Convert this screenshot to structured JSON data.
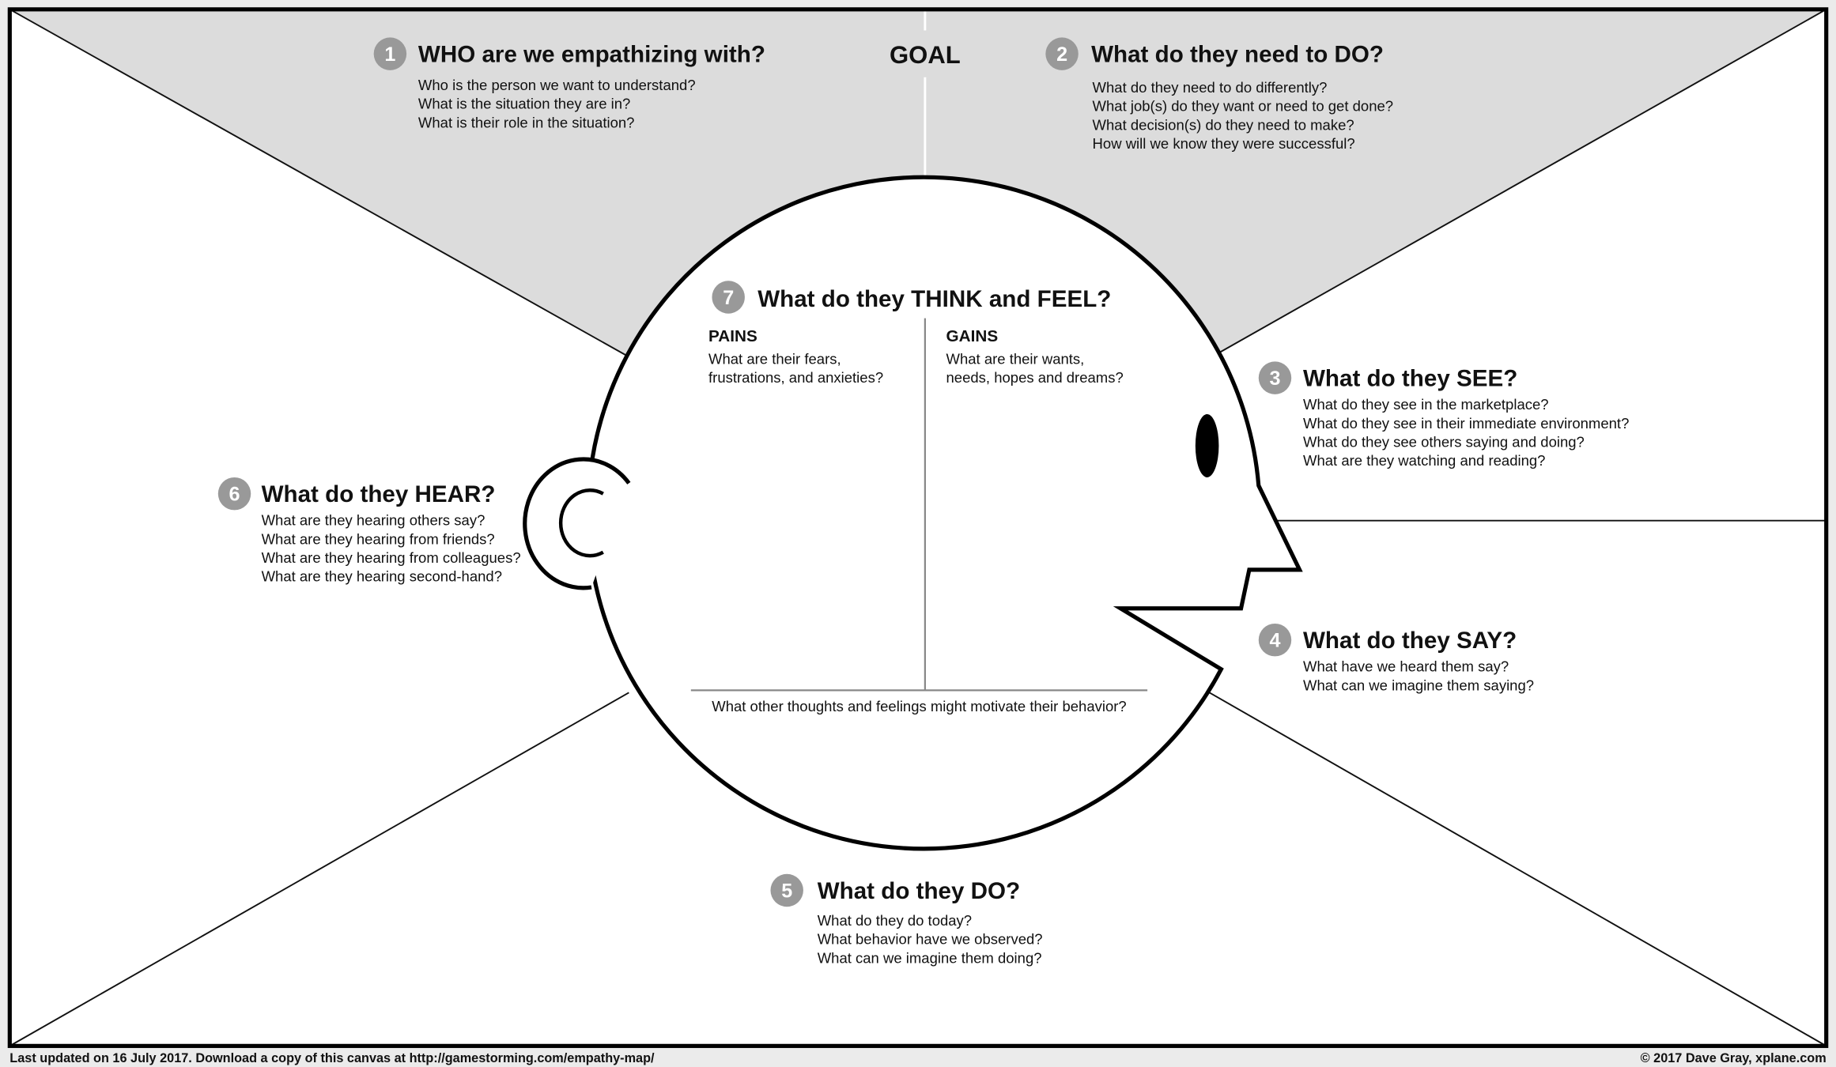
{
  "goal_label": "GOAL",
  "sections": {
    "who": {
      "number": "1",
      "title": "WHO are we empathizing with?",
      "questions": [
        "Who is the person we want to understand?",
        "What is the situation they are in?",
        "What is their role in the situation?"
      ]
    },
    "do_need": {
      "number": "2",
      "title": "What do they need to DO?",
      "questions": [
        "What do they need to do differently?",
        "What job(s) do they want or need to get done?",
        "What decision(s) do they need to make?",
        "How will we know they were successful?"
      ]
    },
    "see": {
      "number": "3",
      "title": "What do they SEE?",
      "questions": [
        "What do they see in the marketplace?",
        "What do they see in their immediate environment?",
        "What do they see others saying and doing?",
        "What are they watching and reading?"
      ]
    },
    "say": {
      "number": "4",
      "title": "What do they SAY?",
      "questions": [
        "What have we heard them say?",
        "What can we imagine them saying?"
      ]
    },
    "do": {
      "number": "5",
      "title": "What do they DO?",
      "questions": [
        "What do they do today?",
        "What behavior have we observed?",
        "What can we imagine them doing?"
      ]
    },
    "hear": {
      "number": "6",
      "title": "What do they HEAR?",
      "questions": [
        "What are they hearing others say?",
        "What are they hearing from friends?",
        "What are they hearing from colleagues?",
        "What are they hearing second-hand?"
      ]
    },
    "think": {
      "number": "7",
      "title": "What do they THINK and FEEL?",
      "pains": {
        "label": "PAINS",
        "lines": [
          "What are their fears,",
          "frustrations, and anxieties?"
        ]
      },
      "gains": {
        "label": "GAINS",
        "lines": [
          "What are their wants,",
          "needs, hopes and dreams?"
        ]
      },
      "other": "What other thoughts and feelings might motivate their behavior?"
    }
  },
  "footer": {
    "left": "Last updated on 16 July 2017. Download a copy of this canvas at http://gamestorming.com/empathy-map/",
    "right": "© 2017 Dave Gray, xplane.com"
  },
  "colors": {
    "goal_area": "#dcdcdc",
    "number_badge": "#999999",
    "background": "#ebebeb"
  }
}
